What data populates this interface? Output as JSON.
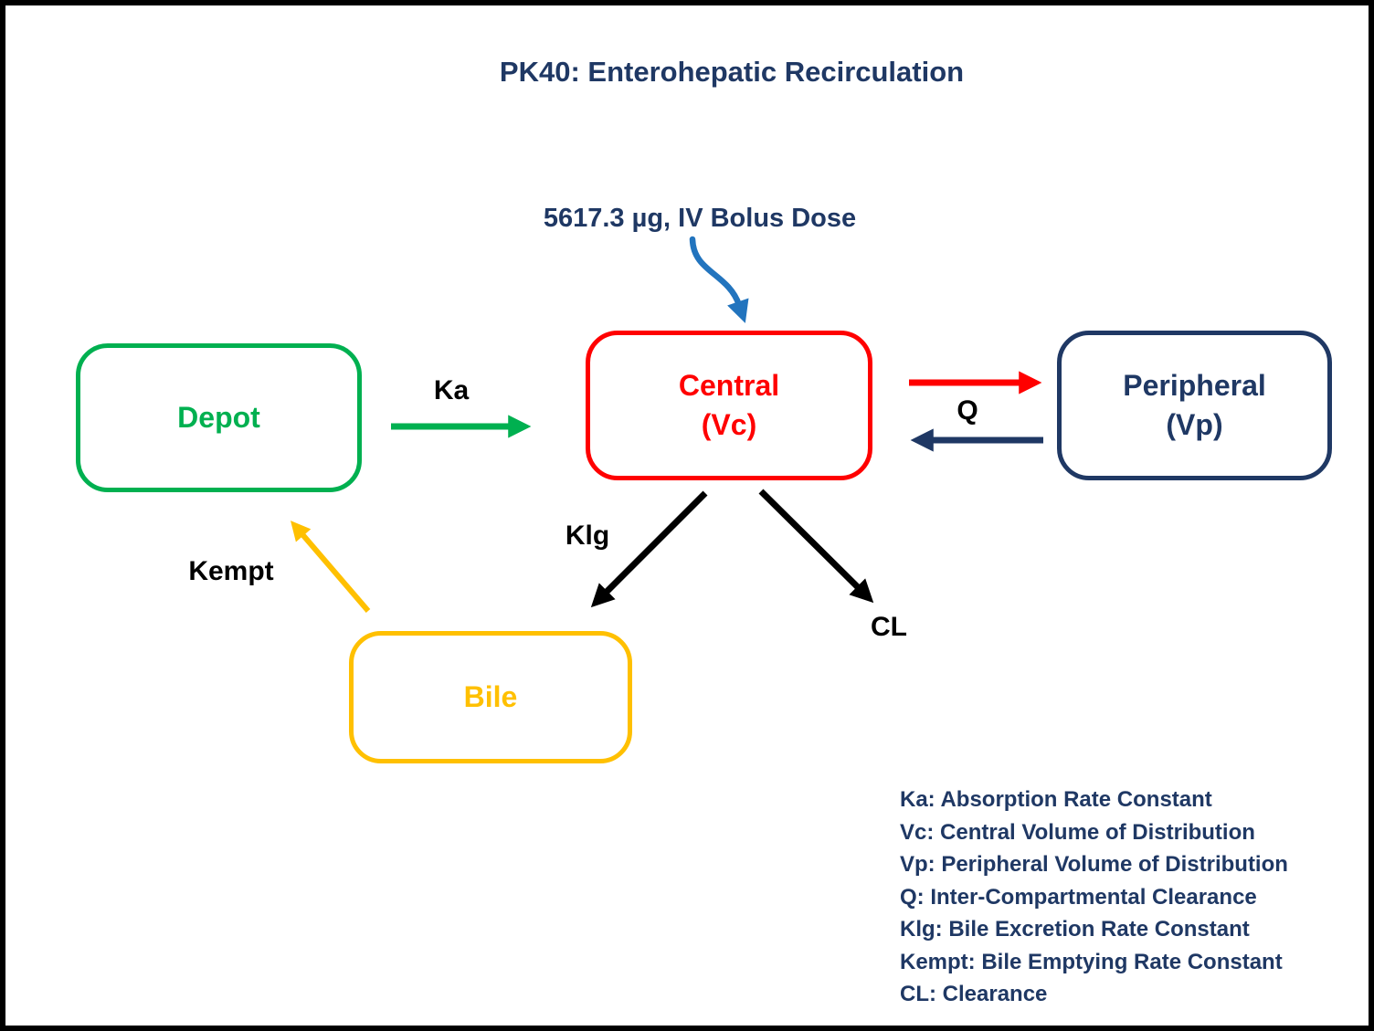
{
  "title": "PK40: Enterohepatic Recirculation",
  "dose": {
    "label": "5617.3 µg, IV Bolus Dose"
  },
  "compartments": {
    "depot": {
      "label": "Depot"
    },
    "central": {
      "label": "Central",
      "sublabel": "(Vc)"
    },
    "peripheral": {
      "label": "Peripheral",
      "sublabel": "(Vp)"
    },
    "bile": {
      "label": "Bile"
    }
  },
  "rate_labels": {
    "ka": "Ka",
    "q": "Q",
    "klg": "Klg",
    "cl": "CL",
    "kempt": "Kempt"
  },
  "legend": {
    "items": [
      "Ka: Absorption Rate Constant",
      "Vc: Central Volume of Distribution",
      "Vp: Peripheral Volume of Distribution",
      "Q: Inter-Compartmental Clearance",
      "Klg: Bile Excretion Rate Constant",
      "Kempt: Bile Emptying Rate Constant",
      "CL: Clearance"
    ]
  },
  "colors": {
    "navy": "#1F3864",
    "green": "#00B050",
    "red": "#FF0000",
    "gold": "#FFC000",
    "blue": "#2274BE",
    "black": "#000000"
  }
}
